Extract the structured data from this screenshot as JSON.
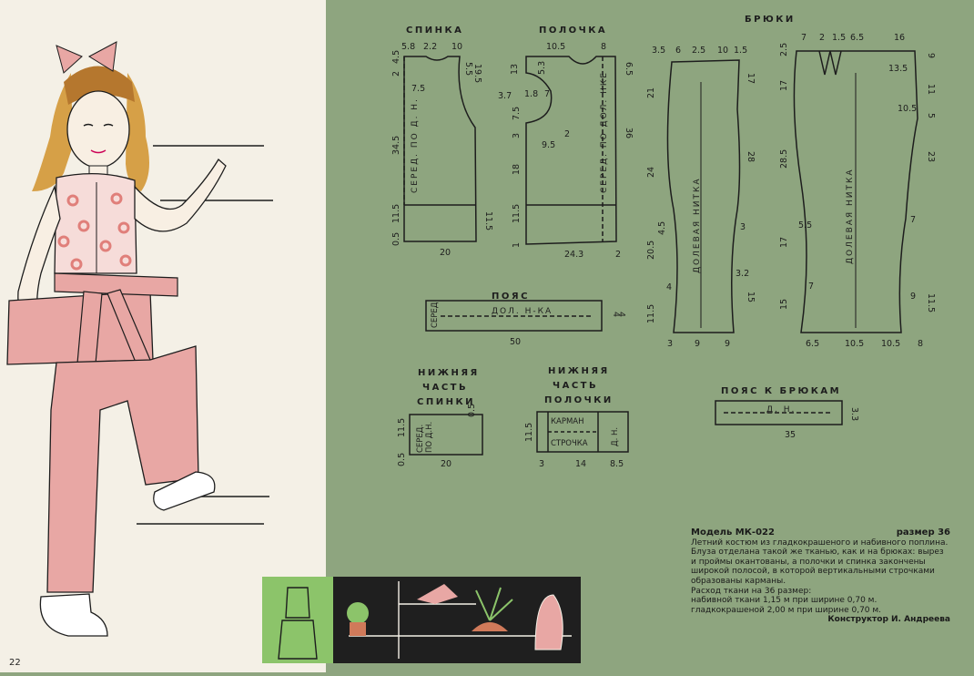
{
  "page_number": "22",
  "pattern": {
    "back": {
      "title": "СПИНКА",
      "top_dims": [
        "5.8",
        "2.2",
        "10"
      ],
      "left_dims": [
        "4.5",
        "2",
        "34.5",
        "11.5",
        "0.5"
      ],
      "inner_dims": [
        "7.5"
      ],
      "right_dims": [
        "5.5",
        "19.5",
        "11.5"
      ],
      "grain": "СЕРЕД. ПО Д. Н.",
      "bottom": "20"
    },
    "front": {
      "title": "ПОЛОЧКА",
      "top_dims": [
        "10.5",
        "8"
      ],
      "left_dims": [
        "13",
        "3.7",
        "3",
        "7.5",
        "18",
        "11.5",
        "1"
      ],
      "inner_dims": [
        "5.3",
        "1.8",
        "7",
        "2",
        "9.5"
      ],
      "right_dims": [
        "6.5",
        "36"
      ],
      "grain": "СЕРЕД. ПО ДОЛ. НКЕ",
      "bottom": [
        "24.3",
        "2"
      ]
    },
    "trousers": {
      "title": "БРЮКИ",
      "front_top_dims": [
        "3.5",
        "6",
        "2.5",
        "10",
        "1.5"
      ],
      "front_left_dims": [
        "21",
        "24",
        "20.5",
        "11.5"
      ],
      "front_inner_dims": [
        "4.5",
        "4",
        "3",
        "3.2"
      ],
      "front_right_dims": [
        "17",
        "28",
        "15"
      ],
      "front_bottom": [
        "3",
        "9",
        "9"
      ],
      "front_grain": "ДОЛЕВАЯ НИТКА",
      "back_top_dims": [
        "7",
        "2",
        "1.5",
        "6.5",
        "16"
      ],
      "back_left_dims": [
        "2.5",
        "17",
        "28.5",
        "17",
        "15"
      ],
      "back_inner_dims": [
        "13.5",
        "10.5",
        "5.5",
        "7",
        "7",
        "9"
      ],
      "back_right_dims": [
        "9",
        "11",
        "5",
        "23",
        "11.5"
      ],
      "back_bottom": [
        "6.5",
        "10.5",
        "10.5",
        "8"
      ],
      "back_grain": "ДОЛЕВАЯ НИТКА"
    },
    "belt": {
      "title": "ПОЯС",
      "label": "ДОЛ. Н-КА",
      "side": "СЕРЕД",
      "dims": [
        "4",
        "4"
      ],
      "length": "50"
    },
    "lower_back": {
      "title": [
        "НИЖНЯЯ",
        "ЧАСТЬ",
        "СПИНКИ"
      ],
      "side": [
        "СЕРЕД.",
        "ПО Д.Н."
      ],
      "left_dims": [
        "11.5",
        "0.5"
      ],
      "right_dim": "0.5",
      "bottom": "20"
    },
    "lower_front": {
      "title": [
        "НИЖНЯЯ",
        "ЧАСТЬ",
        "ПОЛОЧКИ"
      ],
      "pocket": "КАРМАН",
      "stitch": "СТРОЧКА",
      "grain": "Д. Н.",
      "left_dim": "11.5",
      "bottom": [
        "3",
        "14",
        "8.5"
      ]
    },
    "trouser_belt": {
      "title": "ПОЯС К БРЮКАМ",
      "label": "Д. Н.",
      "dims": [
        "3.3"
      ],
      "length": "35"
    }
  },
  "description": {
    "model": "Модель МК-022",
    "size": "размер 36",
    "text": "Летний костюм из гладкокрашеного и набивного поплина. Блуза отделана такой же тканью, как и на брюках: вырез и проймы окантованы, а полочки и спинка закончены широкой полосой, в которой вертикальными строчками образованы карманы.",
    "fabric_title": "Расход ткани на 36 размер:",
    "fabric_1": "набивной ткани 1,15 м при ширине 0,70 м.",
    "fabric_2": "гладкокрашеной 2,00 м при ширине 0,70 м.",
    "designer": "Конструктор И. Андреева"
  },
  "colors": {
    "paper": "#f4f0e6",
    "olive": "#8ea57f",
    "pink": "#e8a7a4",
    "ink": "#1d1d1d",
    "tile_green": "#8cc46a",
    "tile_dark": "#1f1f1f"
  }
}
